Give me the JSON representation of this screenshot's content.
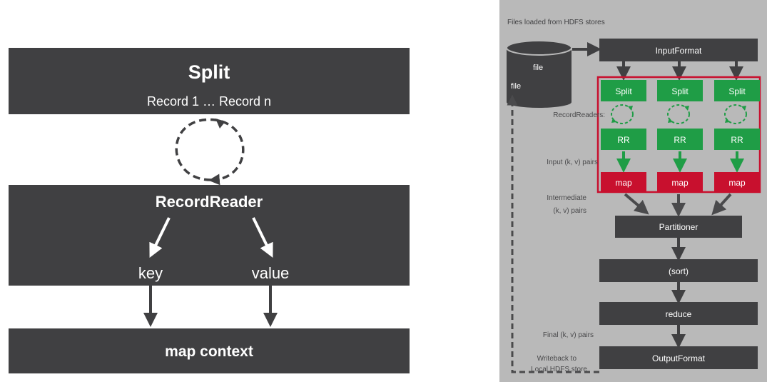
{
  "left": {
    "split_title": "Split",
    "split_records": "Record 1 … Record n",
    "record_reader": "RecordReader",
    "key": "key",
    "value": "value",
    "map_context": "map context"
  },
  "right": {
    "header": "Files loaded from HDFS stores",
    "file_top": "file",
    "file_side": "file",
    "input_format": "InputFormat",
    "columns": [
      {
        "split": "Split",
        "rr": "RR",
        "map": "map"
      },
      {
        "split": "Split",
        "rr": "RR",
        "map": "map"
      },
      {
        "split": "Split",
        "rr": "RR",
        "map": "map"
      }
    ],
    "record_readers_label": "RecordReaders:",
    "input_pairs_label": "Input (k, v) pairs",
    "intermediate_line1": "Intermediate",
    "intermediate_line2": "(k, v) pairs",
    "partitioner": "Partitioner",
    "sort": "(sort)",
    "reduce": "reduce",
    "final_pairs_label": "Final (k, v) pairs",
    "output_format": "OutputFormat",
    "writeback_line1": "Writeback to",
    "writeback_line2": "Local HDFS store"
  },
  "colors": {
    "box_dark": "#404042",
    "panel_bg": "#b9b9b9",
    "green": "#1f9d46",
    "red": "#c8102e",
    "white": "#ffffff"
  }
}
